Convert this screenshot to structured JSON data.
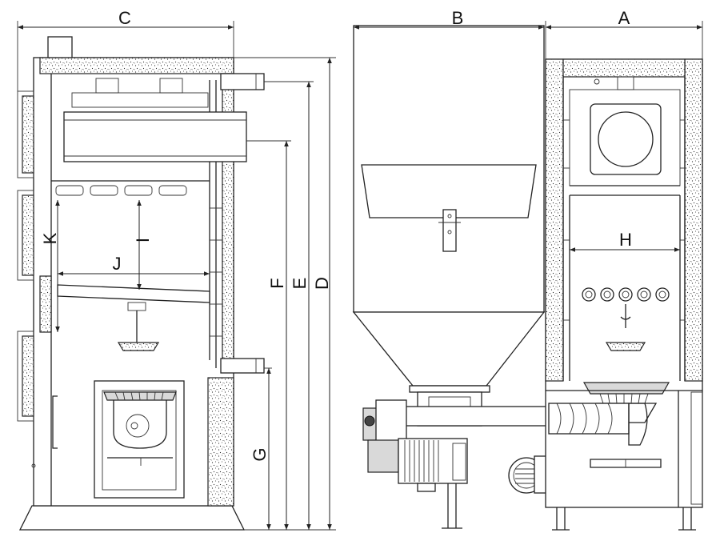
{
  "dimension_labels": {
    "a": "A",
    "b": "B",
    "c": "C",
    "d": "D",
    "e": "E",
    "f": "F",
    "g": "G",
    "h": "H",
    "i": "I",
    "j": "J",
    "k": "K"
  }
}
